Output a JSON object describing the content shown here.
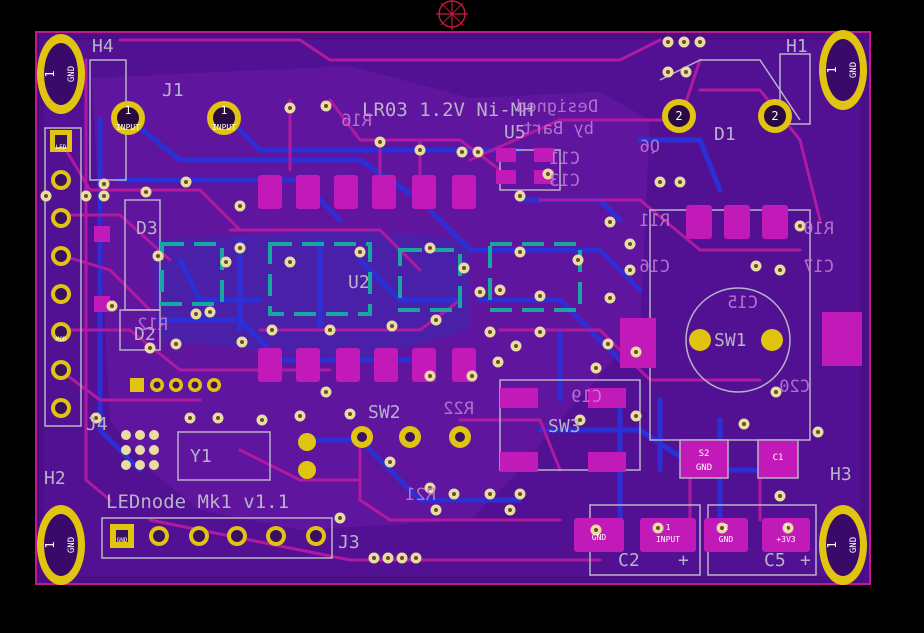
{
  "colors": {
    "background": "#000000",
    "board": "#4a0f86",
    "board_edge": "#c21a8e",
    "copper_top": "#b01aa0",
    "copper_bottom": "#2a2fd6",
    "pad_gold": "#e0c410",
    "pad_smd": "#c21ab8",
    "silk_grey": "#b9b2c8",
    "zone_teal": "#1aa6a0"
  },
  "labels": {
    "h4": "H4",
    "h1": "H1",
    "h2": "H2",
    "h3": "H3",
    "j1": "J1",
    "j3": "J3",
    "j4": "J4",
    "d1": "D1",
    "d2": "D2",
    "d3": "D3",
    "q6": "Q6",
    "u2": "U2",
    "u5": "U5",
    "y1": "Y1",
    "sw1": "SW1",
    "sw2": "SW2",
    "sw3": "SW3",
    "c2": "C2",
    "c5": "C5",
    "c11": "C11",
    "c13": "C13",
    "c15": "C15",
    "c16": "C16",
    "c17": "C17",
    "c19": "C19",
    "c20": "C20",
    "r10": "R10",
    "r11": "R11",
    "r12": "R12",
    "r16": "R16",
    "r21": "R21",
    "r22": "R22",
    "battery_note": "LR03 1.2V Ni-MH",
    "designer_line1": "Designed",
    "designer_line2": "by Bart",
    "board_name": "LEDnode Mk1 v1.1",
    "plus1": "+",
    "plus2": "+"
  },
  "pads": {
    "gnd": "GND",
    "num1": "1",
    "num2": "2",
    "input": "INPUT",
    "s2": "S2",
    "c1": "C1",
    "v3": "+3V3",
    "led": "LED",
    "mod": "MOD"
  }
}
